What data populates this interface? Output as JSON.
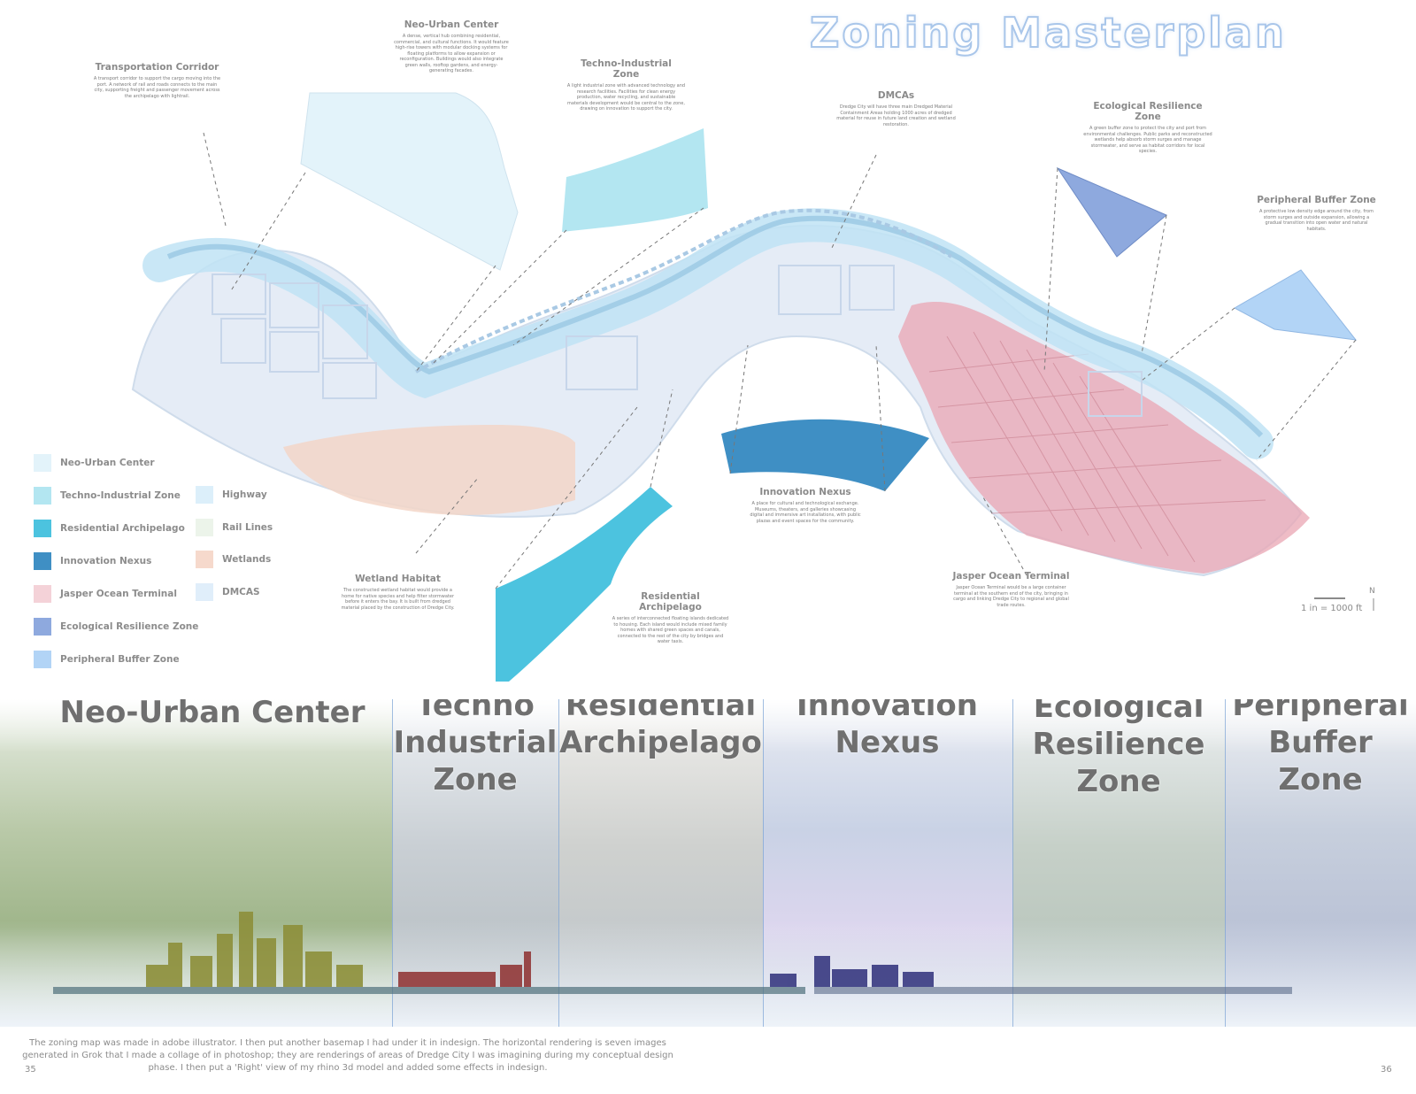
{
  "title": "Zoning Masterplan",
  "annotations": {
    "neo_urban": {
      "heading": "Neo-Urban Center",
      "body": "A dense, vertical hub combining residential, commercial, and cultural functions. It would feature high-rise towers with modular docking systems for floating platforms to allow expansion or reconfiguration. Buildings would also integrate green walls, rooftop gardens, and energy-generating facades."
    },
    "transport": {
      "heading": "Transportation Corridor",
      "body": "A transport corridor to support the cargo moving into the port. A network of rail and roads connects to the main city, supporting freight and passenger movement across the archipelago with lightrail."
    },
    "techno": {
      "heading": "Techno-Industrial Zone",
      "body": "A light industrial zone with advanced technology and research facilities. Facilities for clean energy production, water recycling, and sustainable materials development would be central to the zone, drawing on innovation to support the city."
    },
    "dmcas": {
      "heading": "DMCAs",
      "body": "Dredge City will have three main Dredged Material Containment Areas holding 1000 acres of dredged material for reuse in future land creation and wetland restoration."
    },
    "eco": {
      "heading": "Ecological Resilience Zone",
      "body": "A green buffer zone to protect the city and port from environmental challenges. Public parks and reconstructed wetlands help absorb storm surges and manage stormwater, and serve as habitat corridors for local species."
    },
    "peripheral": {
      "heading": "Peripheral Buffer Zone",
      "body": "A protective low density edge around the city, from storm surges and outside expansion, allowing a gradual transition into open water and natural habitats."
    },
    "innovation": {
      "heading": "Innovation Nexus",
      "body": "A place for cultural and technological exchange. Museums, theaters, and galleries showcasing digital and immersive art installations, with public plazas and event spaces for the community."
    },
    "wetland": {
      "heading": "Wetland Habitat",
      "body": "The constructed wetland habitat would provide a home for native species and help filter stormwater before it enters the bay. It is built from dredged material placed by the construction of Dredge City."
    },
    "residential": {
      "heading": "Residential Archipelago",
      "body": "A series of interconnected floating islands dedicated to housing. Each island would include mixed family homes with shared green spaces and canals, connected to the rest of the city by bridges and water taxis."
    },
    "jasper": {
      "heading": "Jasper Ocean Terminal",
      "body": "Jasper Ocean Terminal would be a large container terminal at the southern end of the city, bringing in cargo and linking Dredge City to regional and global trade routes."
    }
  },
  "legend": {
    "col1": [
      {
        "label": "Neo-Urban Center",
        "color": "#e3f3fa"
      },
      {
        "label": "Techno-Industrial Zone",
        "color": "#b3e6f1"
      },
      {
        "label": "Residential Archipelago",
        "color": "#4cc3df"
      },
      {
        "label": "Innovation Nexus",
        "color": "#3f8fc4"
      },
      {
        "label": "Jasper Ocean Terminal",
        "color": "#f4d2d8"
      },
      {
        "label": "Ecological Resilience Zone",
        "color": "#8ea9de"
      },
      {
        "label": "Peripheral Buffer Zone",
        "color": "#b2d4f6"
      }
    ],
    "col2": [
      {
        "label": "Highway",
        "color": "#dceffa"
      },
      {
        "label": "Rail Lines",
        "color": "#ecf4ea"
      },
      {
        "label": "Wetlands",
        "color": "#f6d9cc"
      },
      {
        "label": "DMCAS",
        "color": "#e0eefa"
      }
    ]
  },
  "scale": "1 in = 1000 ft",
  "north": "N",
  "zones": [
    {
      "title": "Neo-Urban Center"
    },
    {
      "title": "Techno Industrial Zone"
    },
    {
      "title": "Residential Archipelago"
    },
    {
      "title": "Innovation Nexus"
    },
    {
      "title": "Ecological Resilience Zone"
    },
    {
      "title": "Peripheral Buffer Zone"
    }
  ],
  "caption": "The zoning map was made in adobe illustrator. I then put another basemap I had under it in indesign. The horizontal rendering is seven images generated in Grok that I made a collage of in photoshop; they are renderings of areas of Dredge City I was imagining during my conceptual design phase. I then put a 'Right' view of my rhino 3d model and added some effects in indesign.",
  "page_left": "35",
  "page_right": "36",
  "colors": {
    "accent": "#a9c6ea",
    "jasper": "#e9a6b3",
    "wetland": "#f1cdbd",
    "river": "#cfe8f5"
  }
}
